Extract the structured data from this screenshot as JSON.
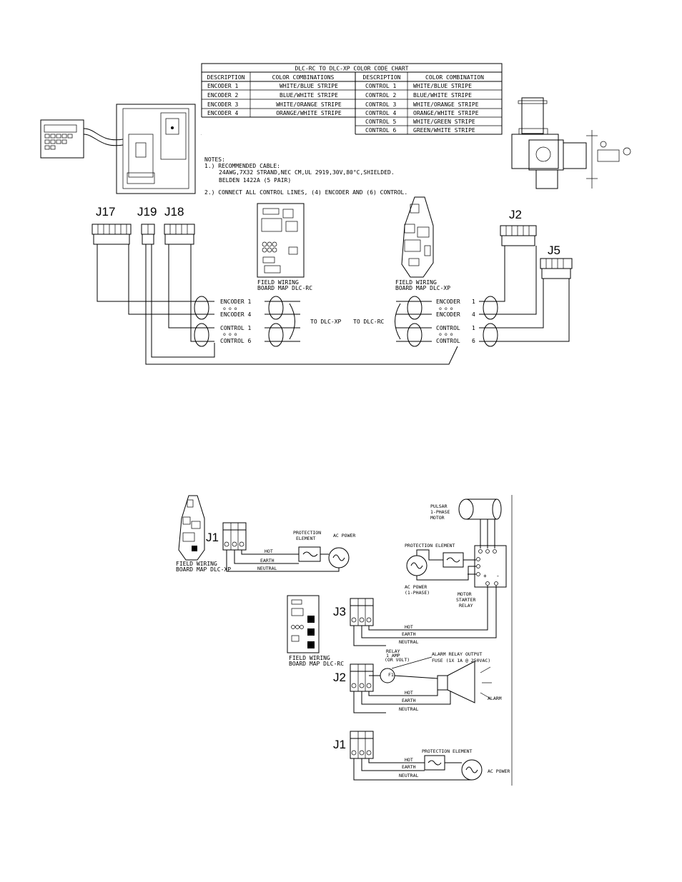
{
  "chart": {
    "title": "DLC-RC TO DLC-XP COLOR CODE CHART",
    "headers": [
      "DESCRIPTION",
      "COLOR COMBINATIONS",
      "DESCRIPTION",
      "COLOR COMBINATION"
    ],
    "left_rows": [
      {
        "desc": "ENCODER  1",
        "color": "WHITE/BLUE STRIPE"
      },
      {
        "desc": "ENCODER  2",
        "color": "BLUE/WHITE STRIPE"
      },
      {
        "desc": "ENCODER  3",
        "color": "WHITE/ORANGE STRIPE"
      },
      {
        "desc": "ENCODER  4",
        "color": "ORANGE/WHITE STRIPE"
      }
    ],
    "right_rows": [
      {
        "desc": "CONTROL  1",
        "color": "WHITE/BLUE STRIPE"
      },
      {
        "desc": "CONTROL  2",
        "color": "BLUE/WHITE STRIPE"
      },
      {
        "desc": "CONTROL  3",
        "color": "WHITE/ORANGE STRIPE"
      },
      {
        "desc": "CONTROL  4",
        "color": "ORANGE/WHITE STRIPE"
      },
      {
        "desc": "CONTROL  5",
        "color": "WHITE/GREEN STRIPE"
      },
      {
        "desc": "CONTROL  6",
        "color": "GREEN/WHITE STRIPE"
      }
    ]
  },
  "notes": {
    "heading": "NOTES:",
    "line1": "1.) RECOMMENDED CABLE:",
    "line2": "24AWG,7X32 STRAND,NEC CM,UL 2919,30V,80°C,SHIELDED.",
    "line3": "BELDEN 1422A (5 PAIR)",
    "line4": "2.) CONNECT ALL CONTROL LINES, (4) ENCODER AND (6) CONTROL."
  },
  "top_diagram": {
    "j17": "J17",
    "j19": "J19",
    "j18": "J18",
    "j2": "J2",
    "j5": "J5",
    "rc_map_1": "FIELD WIRING",
    "rc_map_2": "BOARD MAP DLC-RC",
    "xp_map_1": "FIELD WIRING",
    "xp_map_2": "BOARD MAP DLC-XP",
    "left_encoder_1": "ENCODER  1",
    "left_encoder_4": "ENCODER  4",
    "left_control_1": "CONTROL  1",
    "left_control_6": "CONTROL  6",
    "right_encoder_1": "ENCODER",
    "right_encoder_1_num": "1",
    "right_encoder_4": "ENCODER",
    "right_encoder_4_num": "4",
    "right_control_1": "CONTROL",
    "right_control_1_num": "1",
    "right_control_6": "CONTROL",
    "right_control_6_num": "6",
    "dots": "o  o  o",
    "to_xp": "TO DLC-XP",
    "to_rc": "TO DLC-RC"
  },
  "bottom_diagram": {
    "j1_top": "J1",
    "xp_map_1": "FIELD WIRING",
    "xp_map_2": "BOARD MAP DLC-XP",
    "hot": "HOT",
    "earth": "EARTH",
    "neutral": "NEUTRAL",
    "protection_element": "PROTECTION ELEMENT",
    "protection_1": "PROTECTION",
    "protection_2": "ELEMENT",
    "ac_power": "AC POWER",
    "pulsar_1": "PULSAR",
    "pulsar_2": "1-PHASE",
    "pulsar_3": "MOTOR",
    "ac_power_1ph_1": "AC POWER",
    "ac_power_1ph_2": "(1-PHASE)",
    "motor_1": "MOTOR",
    "motor_2": "STARTER",
    "motor_3": "RELAY",
    "j3": "J3",
    "j2": "J2",
    "j1": "J1",
    "rc_map_1": "FIELD WIRING",
    "rc_map_2": "BOARD MAP DLC-RC",
    "relay_1": "RELAY",
    "relay_2": "1 AMP",
    "relay_3": "(OR VOLT)",
    "f1": "F1",
    "alarm_out_1": "ALARM RELAY OUTPUT",
    "alarm_out_2": "FUSE (1X 1A @ 250VAC)",
    "alarm": "ALARM",
    "plus": "+",
    "minus": "-"
  }
}
